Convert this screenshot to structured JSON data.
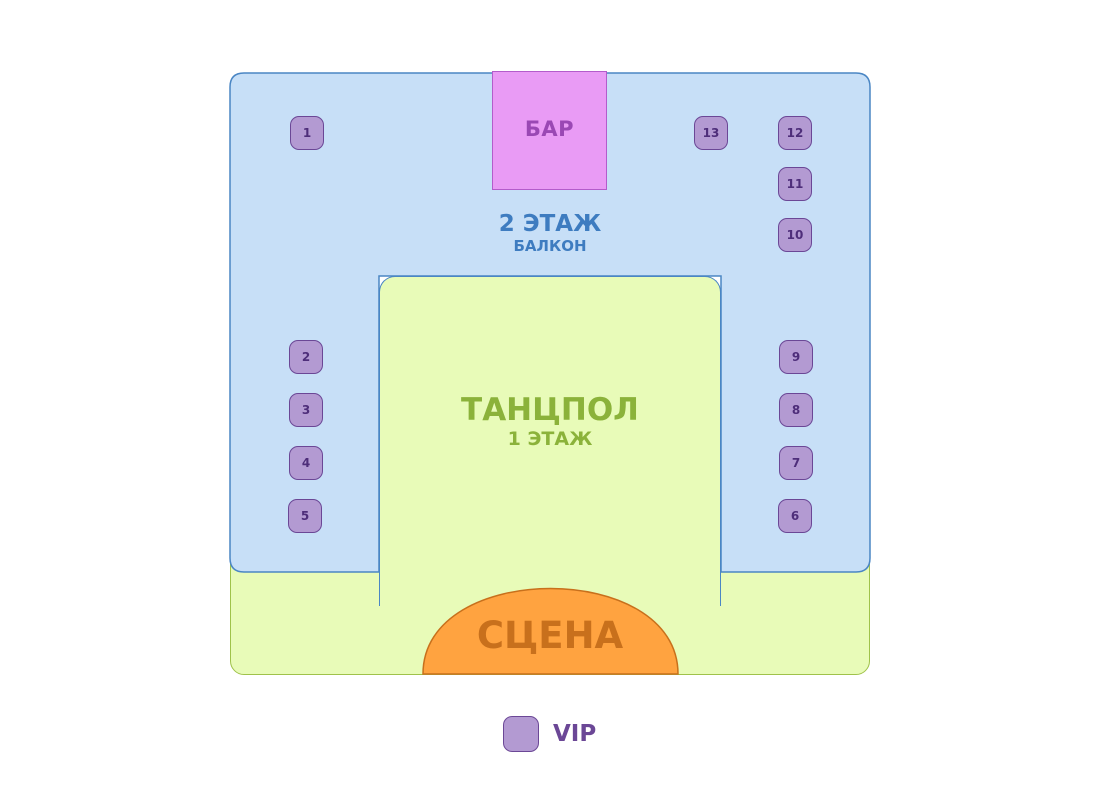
{
  "zones": {
    "bar": "БАР",
    "floor2_title": "2 ЭТАЖ",
    "floor2_subtitle": "БАЛКОН",
    "dance_title": "ТАНЦПОЛ",
    "dance_subtitle": "1 ЭТАЖ",
    "stage": "СЦЕНА"
  },
  "colors": {
    "balcony": "#c7dff7",
    "dance_floor": "#e8fbb8",
    "bar": "#e99bf5",
    "stage": "#ffa340",
    "vip": "#b39ad2"
  },
  "vip_tables": [
    "1",
    "2",
    "3",
    "4",
    "5",
    "6",
    "7",
    "8",
    "9",
    "10",
    "11",
    "12",
    "13"
  ],
  "legend": {
    "vip_label": "VIP"
  }
}
